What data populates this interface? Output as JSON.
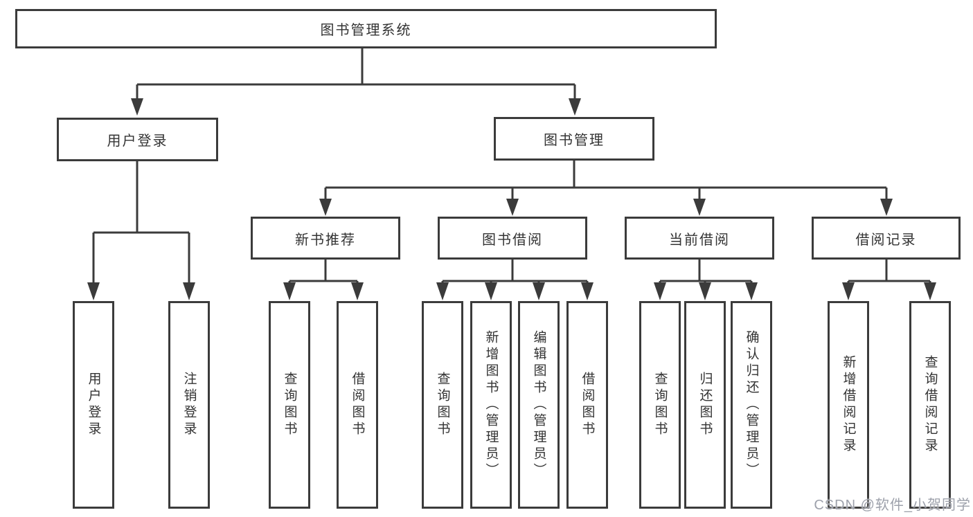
{
  "diagram_type": "tree",
  "tree": {
    "root": {
      "label": "图书管理系统"
    },
    "children": [
      {
        "label": "用户登录",
        "children": [
          {
            "label": "用户登录"
          },
          {
            "label": "注销登录"
          }
        ]
      },
      {
        "label": "图书管理",
        "children": [
          {
            "label": "新书推荐",
            "children": [
              {
                "label": "查询图书"
              },
              {
                "label": "借阅图书"
              }
            ]
          },
          {
            "label": "图书借阅",
            "children": [
              {
                "label": "查询图书"
              },
              {
                "label": "新增图书（管理员）"
              },
              {
                "label": "编辑图书（管理员）"
              },
              {
                "label": "借阅图书"
              }
            ]
          },
          {
            "label": "当前借阅",
            "children": [
              {
                "label": "查询图书"
              },
              {
                "label": "归还图书"
              },
              {
                "label": "确认归还（管理员）"
              }
            ]
          },
          {
            "label": "借阅记录",
            "children": [
              {
                "label": "新增借阅记录"
              },
              {
                "label": "查询借阅记录"
              }
            ]
          }
        ]
      }
    ]
  },
  "watermark": {
    "text": "CSDN @软件_小贺同学"
  },
  "colors": {
    "line": "#3b3b3b",
    "box_border": "#3b3b3b",
    "text": "#333333",
    "watermark": "#9da1ab",
    "background": "#ffffff"
  }
}
